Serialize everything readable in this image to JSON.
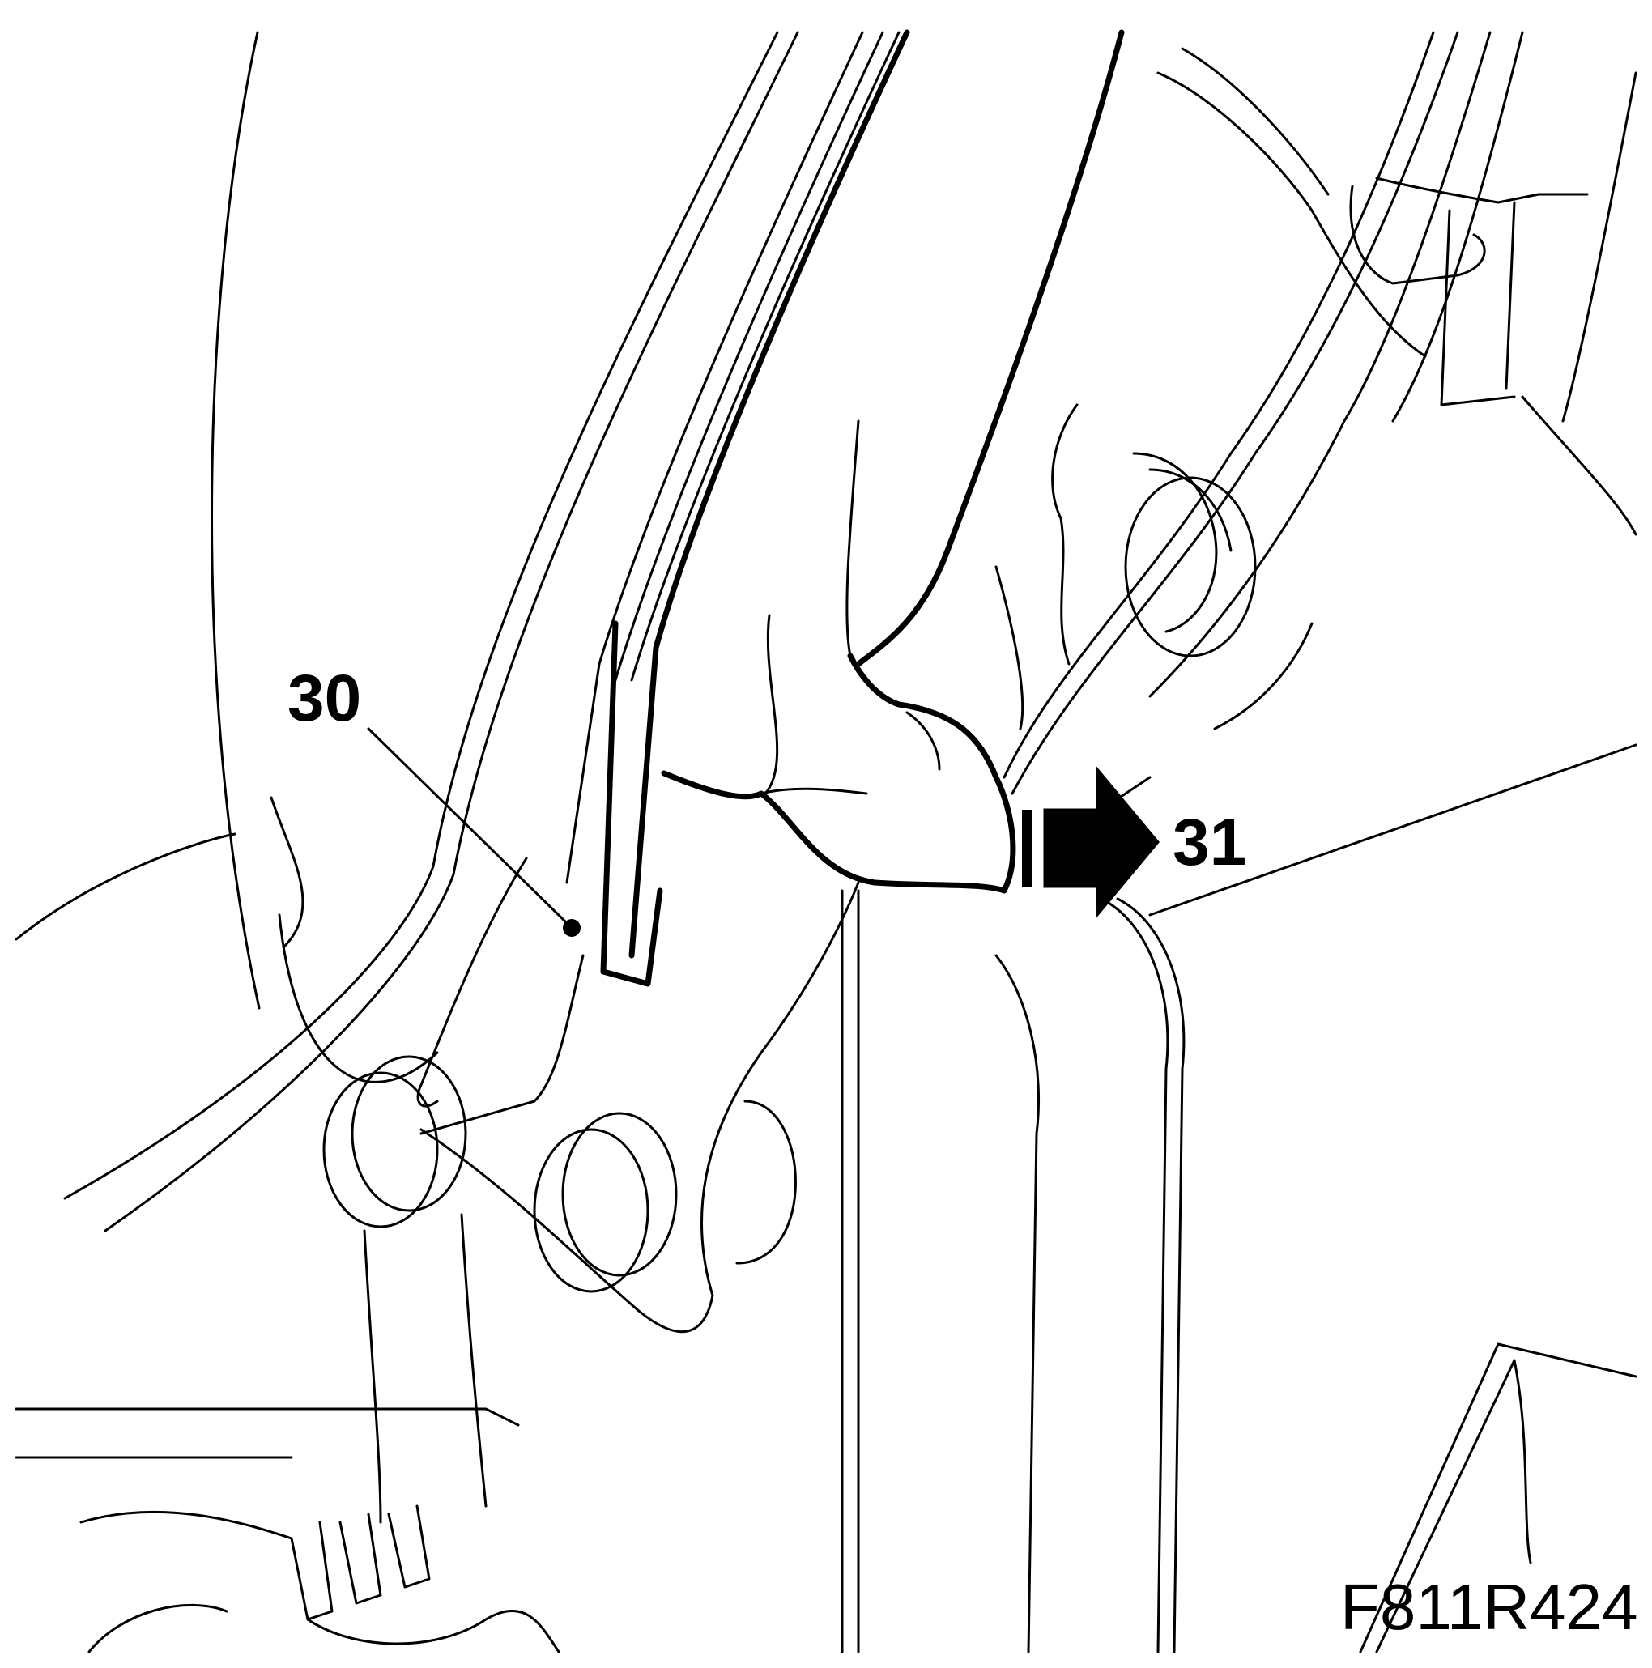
{
  "figure": {
    "callouts": [
      {
        "id": "30",
        "text": "30"
      },
      {
        "id": "31",
        "text": "31"
      }
    ],
    "figure_id": "F811R424"
  },
  "colors": {
    "line": "#000000",
    "background": "#ffffff"
  }
}
